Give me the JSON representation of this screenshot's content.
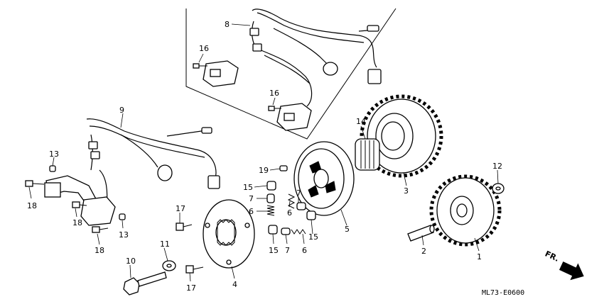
{
  "callouts": {
    "p1": "1",
    "p2": "2",
    "p3": "3",
    "p4": "4",
    "p5": "5",
    "p6a": "6",
    "p6b": "6",
    "p6c": "6",
    "p7a": "7",
    "p7b": "7",
    "p7c": "7",
    "p8": "8",
    "p9": "9",
    "p10": "10",
    "p11": "11",
    "p12": "12",
    "p13a": "13",
    "p13b": "13",
    "p14": "14",
    "p15a": "15",
    "p15b": "15",
    "p15c": "15",
    "p16a": "16",
    "p16b": "16",
    "p17a": "17",
    "p17b": "17",
    "p18a": "18",
    "p18b": "18",
    "p18c": "18",
    "p19": "19"
  },
  "direction_label": "FR.",
  "diagram_code": "ML73-E0600"
}
